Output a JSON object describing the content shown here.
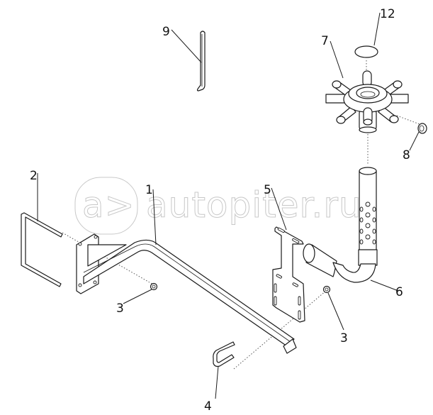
{
  "diagram": {
    "type": "exploded-parts-view",
    "background": "#ffffff",
    "line_color": "#1a1a1a",
    "watermark": {
      "text": "autopiter.ru",
      "logo": "a>",
      "color": "#c8c8c8"
    },
    "callouts": [
      {
        "id": "1",
        "label": "1",
        "part": "bent-square-tube-bracket"
      },
      {
        "id": "2",
        "label": "2",
        "part": "u-bolt-large"
      },
      {
        "id": "3a",
        "label": "3",
        "part": "nut-left"
      },
      {
        "id": "3b",
        "label": "3",
        "part": "nut-right"
      },
      {
        "id": "4",
        "label": "4",
        "part": "mounting-plate"
      },
      {
        "id": "5",
        "label": "5",
        "part": "u-bolt-small"
      },
      {
        "id": "6",
        "label": "6",
        "part": "perforated-elbow-pipe"
      },
      {
        "id": "7",
        "label": "7",
        "part": "spinner-head-with-arms"
      },
      {
        "id": "8",
        "label": "8",
        "part": "hose-clamp"
      },
      {
        "id": "9",
        "label": "9",
        "part": "rod-pin"
      },
      {
        "id": "12",
        "label": "12",
        "part": "seal-disc"
      }
    ]
  }
}
